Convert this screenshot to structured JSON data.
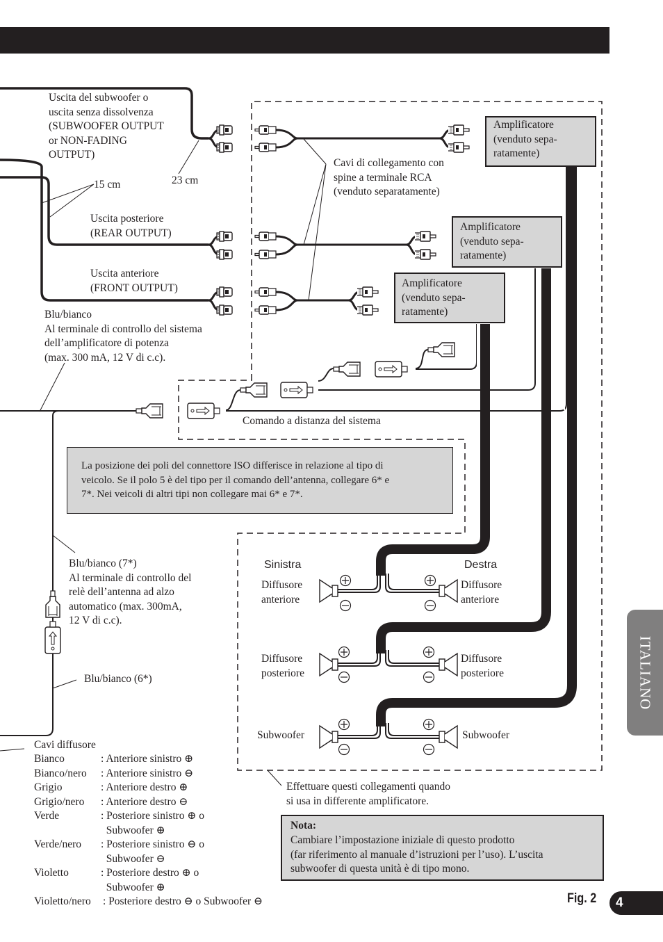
{
  "page": {
    "side_tab_label": "ITALIANO",
    "figure_label": "Fig. 2",
    "page_number": "4"
  },
  "outputs": {
    "subwoofer": "Uscita del subwoofer o\nuscita senza dissolvenza\n(SUBWOOFER OUTPUT\nor NON-FADING\nOUTPUT)",
    "rear": "Uscita posteriore\n(REAR OUTPUT)",
    "front": "Uscita anteriore\n(FRONT OUTPUT)",
    "length_15": "15 cm",
    "length_23": "23 cm"
  },
  "rca_cables": "Cavi di collegamento con\nspine a terminale RCA\n(venduto separatamente)",
  "amplifiers": [
    {
      "label": "Amplificatore\n(venduto sepa-\nratamente)"
    },
    {
      "label": "Amplificatore\n(venduto sepa-\nratamente)"
    },
    {
      "label": "Amplificatore\n(venduto sepa-\nratamente)"
    }
  ],
  "system_control": "Blu/bianco\nAl terminale di controllo del sistema\ndell’amplificatore di potenza\n(max. 300 mA, 12 V di c.c).",
  "remote_control": "Comando a distanza del sistema",
  "iso_note": "La posizione dei poli del connettore ISO differisce in relazione al tipo di\nveicolo. Se il polo 5 è del tipo per il comando dell’antenna, collegare 6* e\n7*. Nei veicoli di altri tipi non collegare mai 6* e 7*.",
  "antenna": {
    "wire7": "Blu/bianco (7*)\nAl terminale di controllo del\nrelè dell’antenna ad alzo\nautomatico (max. 300mA,\n12 V di c.c).",
    "wire6": "Blu/bianco (6*)"
  },
  "speakers": {
    "left_heading": "Sinistra",
    "right_heading": "Destra",
    "front": "Diffusore\nanteriore",
    "rear": "Diffusore\nposteriore",
    "subwoofer": "Subwoofer",
    "plus": "+",
    "minus": "−"
  },
  "separate_amp_note": "Effettuare questi collegamenti quando\nsi usa in differente amplificatore.",
  "nota": {
    "title": "Nota:",
    "body": "Cambiare l’impostazione iniziale di questo prodotto\n(far riferimento al manuale d’istruzioni per l’uso). L’uscita\nsubwoofer di questa unità è di tipo mono."
  },
  "speaker_wires": {
    "title": "Cavi diffusore",
    "rows": [
      {
        "color": "Bianco",
        "desc": ": Anteriore sinistro ⊕"
      },
      {
        "color": "Bianco/nero",
        "desc": ": Anteriore sinistro ⊖"
      },
      {
        "color": "Grigio",
        "desc": ": Anteriore destro ⊕"
      },
      {
        "color": "Grigio/nero",
        "desc": ": Anteriore destro ⊖"
      },
      {
        "color": "Verde",
        "desc": ": Posteriore sinistro ⊕ o\n  Subwoofer ⊕"
      },
      {
        "color": "Verde/nero",
        "desc": ": Posteriore sinistro ⊖ o\n  Subwoofer ⊖"
      },
      {
        "color": "Violetto",
        "desc": ": Posteriore destro ⊕ o\n  Subwoofer ⊕"
      },
      {
        "color": "Violetto/nero",
        "desc": ": Posteriore destro ⊖ o Subwoofer ⊖"
      }
    ]
  },
  "colors": {
    "ink": "#231f20",
    "box_fill": "#d6d6d6",
    "tab_gray": "#807f7f"
  }
}
